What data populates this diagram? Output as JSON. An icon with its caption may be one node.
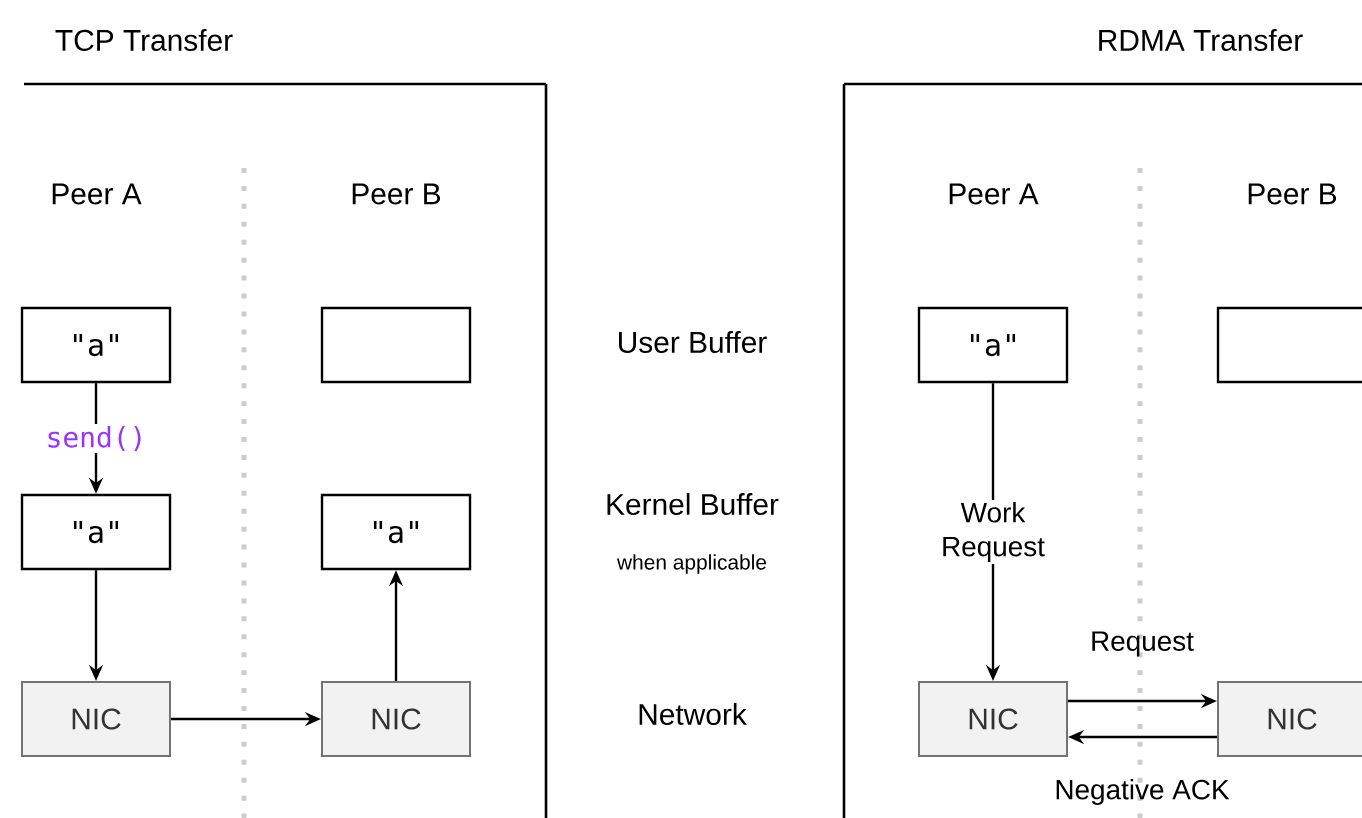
{
  "diagram": {
    "nodes": [
      {
        "text": [
          "TCP Transfer"
        ]
      },
      {
        "text": [
          "\"a\""
        ],
        "in": 0
      },
      {
        "text": [],
        "shape": "box",
        "in": 0
      },
      {
        "text": [
          "\"a\""
        ],
        "in": 0
      },
      {
        "text": [
          "\"a\""
        ],
        "in": 0
      },
      {
        "text": [
          "NIC"
        ],
        "in": 0
      },
      {
        "text": [
          "NIC"
        ],
        "in": 0
      },
      {
        "text": [
          "RDMA Transfer"
        ]
      },
      {
        "text": [
          "\"a\""
        ],
        "in": 7
      },
      {
        "text": [],
        "shape": "box",
        "in": 7
      },
      {
        "text": [
          "NIC"
        ],
        "in": 7
      },
      {
        "text": [
          "NIC"
        ],
        "in": 7
      }
    ],
    "edges": [
      {
        "from": 1,
        "to": 3,
        "arrow": "to",
        "label": "send()"
      },
      {
        "from": 3,
        "to": 5,
        "arrow": "to"
      },
      {
        "from": 5,
        "to": 6,
        "arrow": "to"
      },
      {
        "from": 6,
        "to": 4,
        "arrow": "to"
      },
      {
        "from": 8,
        "to": 10,
        "arrow": "to",
        "label": "Work Request"
      },
      {
        "from": 10,
        "to": 11,
        "arrow": "to",
        "label": "Request"
      },
      {
        "from": 11,
        "to": 10,
        "arrow": "to",
        "label": "Negative ACK"
      }
    ],
    "labels": [
      "Peer A",
      "Peer B",
      "Peer A",
      "Peer B",
      "User Buffer",
      "Kernel Buffer",
      "when applicable",
      "Network"
    ]
  }
}
